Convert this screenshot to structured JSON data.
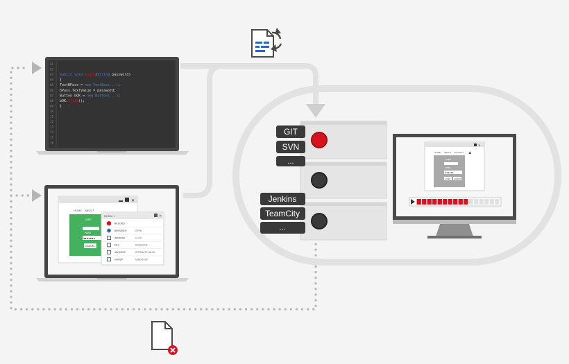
{
  "code": {
    "line_numbers": [
      "01",
      "02",
      "03",
      "04",
      "05",
      "06",
      "07",
      "08",
      "09",
      "10",
      "11",
      "12",
      "13",
      "14",
      "15",
      "16"
    ],
    "lines": [
      {
        "parts": [
          {
            "t": "",
            "c": "plain"
          }
        ]
      },
      {
        "parts": [
          {
            "t": "",
            "c": "plain"
          }
        ]
      },
      {
        "parts": [
          {
            "t": "public void ",
            "c": "kw"
          },
          {
            "t": "Login",
            "c": "fn"
          },
          {
            "t": "(",
            "c": "plain"
          },
          {
            "t": "String ",
            "c": "kw"
          },
          {
            "t": "password)",
            "c": "plain"
          }
        ]
      },
      {
        "parts": [
          {
            "t": "{",
            "c": "plain"
          }
        ]
      },
      {
        "parts": [
          {
            "t": "    TextBPass = ",
            "c": "plain"
          },
          {
            "t": "new TextBox(...)",
            "c": "kw"
          },
          {
            "t": ";",
            "c": "plain"
          }
        ]
      },
      {
        "parts": [
          {
            "t": "    bPass.TextValue = password;",
            "c": "plain"
          }
        ]
      },
      {
        "parts": [
          {
            "t": "    Button bOK = ",
            "c": "plain"
          },
          {
            "t": "new Button(...)",
            "c": "kw"
          },
          {
            "t": ";",
            "c": "plain"
          }
        ]
      },
      {
        "parts": [
          {
            "t": "    bOK.",
            "c": "plain"
          },
          {
            "t": "Click",
            "c": "fn"
          },
          {
            "t": "();",
            "c": "plain"
          }
        ]
      },
      {
        "parts": [
          {
            "t": "}",
            "c": "plain"
          }
        ]
      }
    ]
  },
  "app_window": {
    "nav": [
      "HOME",
      "ABOUT"
    ],
    "form_fields": [
      "USER",
      "",
      "PASS",
      "●●●●●●●"
    ],
    "cancel_label": "CANCEL",
    "controls": [
      "▬",
      "■",
      "✕"
    ]
  },
  "object_panel": {
    "title": "MODAL 1",
    "rows": [
      {
        "icon": "record-icon",
        "label": "RECORD",
        "value": ""
      },
      {
        "icon": "globe-icon",
        "label": "BROWSER",
        "value": "OPEN"
      },
      {
        "icon": "window-icon",
        "label": "WINDOW",
        "value": "CLICK"
      },
      {
        "icon": "key-icon",
        "label": "KEY",
        "value": "SEQUENCE"
      },
      {
        "icon": "textbox-icon",
        "label": "VALIDATE",
        "value": "ATTRIBUTE VALUE"
      },
      {
        "icon": "user-icon",
        "label": "GROUP",
        "value": "SUBGROUP"
      }
    ]
  },
  "server": {
    "vcs_labels": [
      "GIT",
      "SVN",
      "..."
    ],
    "ci_labels": [
      "Jenkins",
      "TeamCity",
      "..."
    ]
  },
  "monitor": {
    "nav": [
      "HOME",
      "ABOUT",
      "CONTACT"
    ],
    "fields": [
      "USER",
      "",
      "PASS",
      "●●●●●●"
    ],
    "buttons": [
      "LOGIN",
      "CANCEL"
    ],
    "progress_fraction": 0.62,
    "segments": 16
  },
  "colors": {
    "background": "#f4f4f4",
    "track": "#e2e2e2",
    "dark": "#3a3a3a",
    "accent_red": "#d7141e",
    "green": "#43b15e",
    "code_bg": "#333333"
  }
}
